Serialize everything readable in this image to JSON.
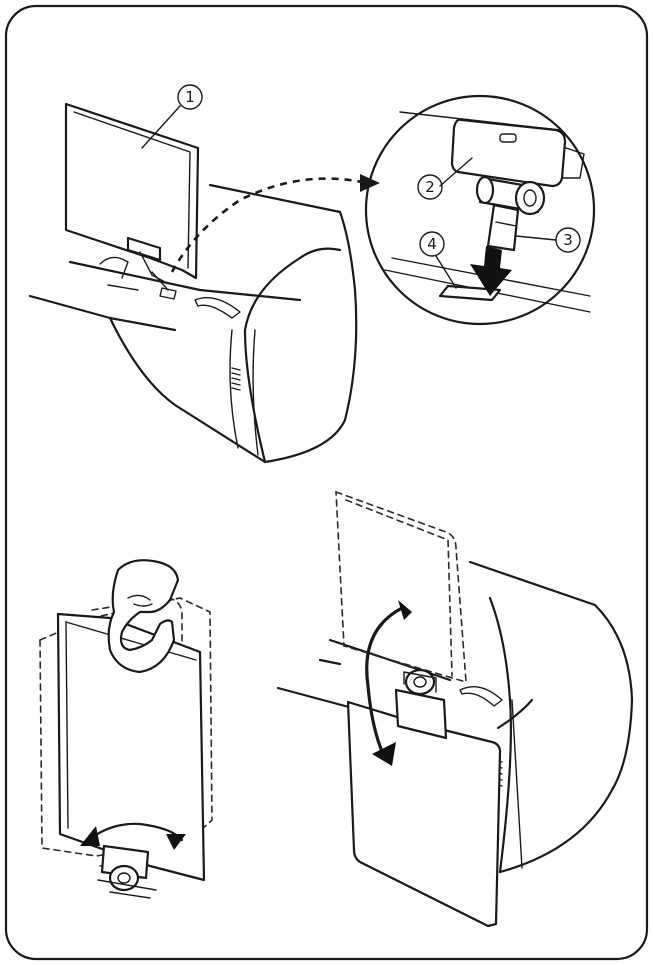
{
  "callouts": {
    "c1": "1",
    "c2": "2",
    "c3": "3",
    "c4": "4"
  },
  "colors": {
    "line": "#1a1a1a",
    "background": "#ffffff",
    "arrow": "#111111"
  },
  "icons": {
    "insert_arrow": "down-arrow-icon",
    "rotate_arrow": "rotate-arrow-icon",
    "fold_arrow": "curved-arrow-icon"
  }
}
